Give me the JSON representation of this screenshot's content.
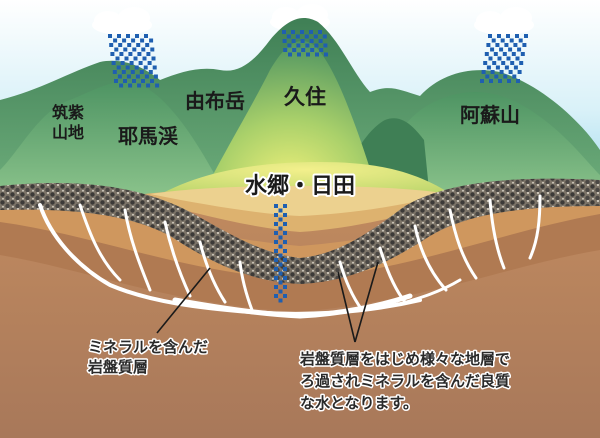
{
  "mountains": {
    "chikushi_line1": "筑紫",
    "chikushi_line2": "山地",
    "yabakei": "耶馬渓",
    "yufudake": "由布岳",
    "kuju": "久住",
    "aso": "阿蘇山"
  },
  "basin": {
    "label": "水郷・日田"
  },
  "annotations": {
    "bedrock_line1": "ミネラルを含んだ",
    "bedrock_line2": "岩盤質層",
    "filter_line1": "岩盤質層をはじめ様々な地層で",
    "filter_line2": "ろ過されミネラルを含んだ良質",
    "filter_line3": "な水となります。"
  },
  "colors": {
    "sky": "#a9dff0",
    "mountain_far": "#5f9e72",
    "mountain_mid": "#4d8a5f",
    "basin_green": "#bcd76f",
    "soil_top": "#e7c988",
    "soil_mid": "#c98f5a",
    "soil_deep": "#a9754d",
    "rain": "#1f5fb0",
    "water": "#ffffff"
  }
}
